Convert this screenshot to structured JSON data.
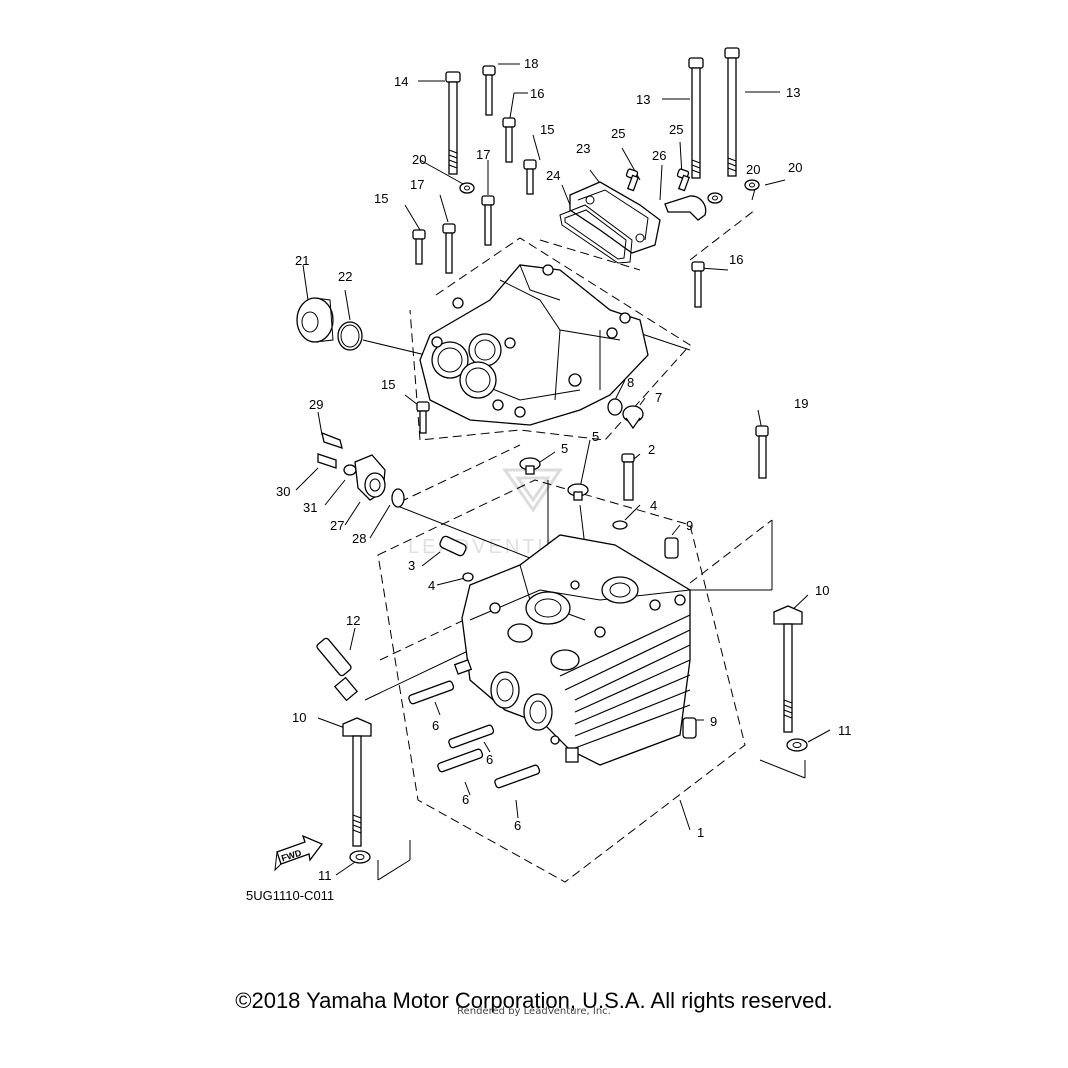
{
  "diagram": {
    "code": "5UG1110-C011",
    "fwd_arrow_text": "FWD",
    "copyright": "©2018 Yamaha Motor Corporation, U.S.A. All rights reserved.",
    "rendered_by": "Rendered by LeadVenture, Inc.",
    "watermark": "LEADVENTURE",
    "callouts": [
      "1",
      "2",
      "3",
      "4",
      "4",
      "5",
      "5",
      "6",
      "6",
      "6",
      "6",
      "7",
      "8",
      "9",
      "9",
      "10",
      "10",
      "11",
      "11",
      "12",
      "13",
      "13",
      "14",
      "15",
      "15",
      "15",
      "16",
      "16",
      "17",
      "17",
      "18",
      "19",
      "20",
      "20",
      "20",
      "21",
      "22",
      "23",
      "24",
      "25",
      "25",
      "26",
      "27",
      "28",
      "29",
      "30",
      "31"
    ]
  }
}
